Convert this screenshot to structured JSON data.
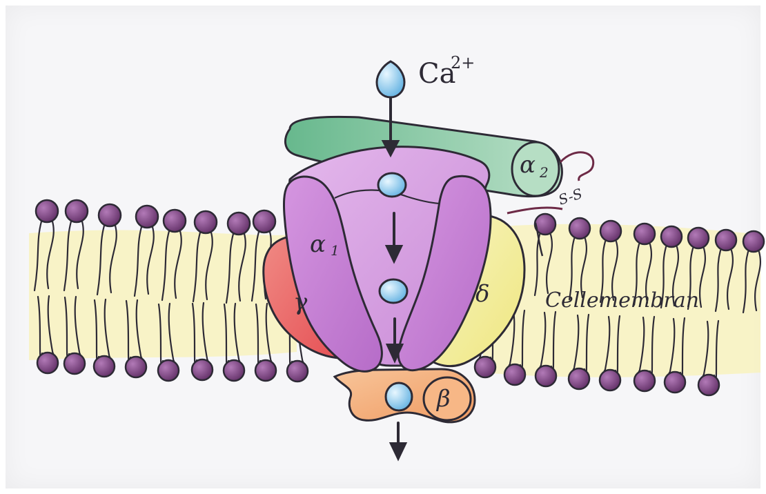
{
  "diagram": {
    "ion": {
      "symbol": "Ca",
      "charge": "2+"
    },
    "subunits": {
      "alpha1": {
        "greek": "α",
        "subscript": "1"
      },
      "alpha2": {
        "greek": "α",
        "subscript": "2"
      },
      "beta": {
        "greek": "β"
      },
      "gamma": {
        "greek": "γ"
      },
      "delta": {
        "greek": "δ"
      }
    },
    "disulfide_bond": "S-S",
    "membrane_label": "Cellemembran",
    "colors": {
      "alpha1": "#c98fd6",
      "alpha1_core": "#d7a6e2",
      "alpha2": "#8cc7a6",
      "beta": "#f3ad78",
      "gamma": "#ea6d6b",
      "delta": "#f2ec9b",
      "membrane_fill": "#f7f3c2",
      "lipid_head": "#7a3f7d",
      "ion": "#8ec7ea",
      "ink": "#2d2a35"
    }
  }
}
